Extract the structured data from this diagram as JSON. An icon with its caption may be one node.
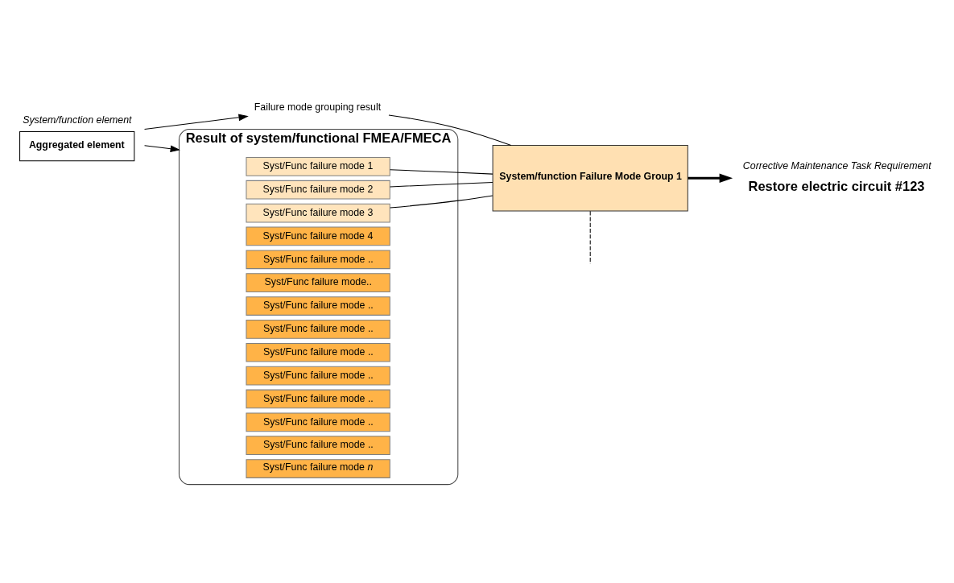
{
  "diagram": {
    "nodes": [
      {
        "text": [
          "System/function element",
          "Aggregated element"
        ]
      },
      {
        "text": [
          "Failure mode grouping result"
        ]
      },
      {
        "text": [
          "Result of system/functional FMEA/FMECA"
        ]
      },
      {
        "text": [
          "Syst/Func failure mode 1"
        ],
        "in": 2
      },
      {
        "text": [
          "Syst/Func failure mode 2"
        ],
        "in": 2
      },
      {
        "text": [
          "Syst/Func failure mode 3"
        ],
        "in": 2
      },
      {
        "text": [
          "Syst/Func failure mode 4"
        ],
        "in": 2
      },
      {
        "text": [
          "Syst/Func failure mode .."
        ],
        "in": 2
      },
      {
        "text": [
          "Syst/Func failure mode.."
        ],
        "in": 2
      },
      {
        "text": [
          "Syst/Func failure mode .."
        ],
        "in": 2
      },
      {
        "text": [
          "Syst/Func failure mode .."
        ],
        "in": 2
      },
      {
        "text": [
          "Syst/Func failure mode .."
        ],
        "in": 2
      },
      {
        "text": [
          "Syst/Func failure mode .."
        ],
        "in": 2
      },
      {
        "text": [
          "Syst/Func failure mode .."
        ],
        "in": 2
      },
      {
        "text": [
          "Syst/Func failure mode .."
        ],
        "in": 2
      },
      {
        "text": [
          "Syst/Func failure mode .."
        ],
        "in": 2
      },
      {
        "text": [
          "Syst/Func failure mode *n*"
        ],
        "in": 2
      },
      {
        "text": [
          "System/function Failure Mode Group 1"
        ]
      },
      {
        "text": [
          "Corrective Maintenance Task Requirement",
          "Restore electric circuit #123"
        ]
      }
    ],
    "edges": [
      {
        "from": 0,
        "to": 2,
        "arrow": "to"
      },
      {
        "from": 0,
        "to": 1,
        "arrow": "to"
      },
      {
        "from": 1,
        "to": 17,
        "arrow": "none"
      },
      {
        "from": 3,
        "to": 17,
        "arrow": "none"
      },
      {
        "from": 4,
        "to": 17,
        "arrow": "none"
      },
      {
        "from": 5,
        "to": 17,
        "arrow": "none"
      },
      {
        "from": 17,
        "to": 18,
        "arrow": "to",
        "style": "thick"
      },
      {
        "from": 17,
        "to": null,
        "arrow": "none",
        "style": "dashed"
      }
    ]
  }
}
